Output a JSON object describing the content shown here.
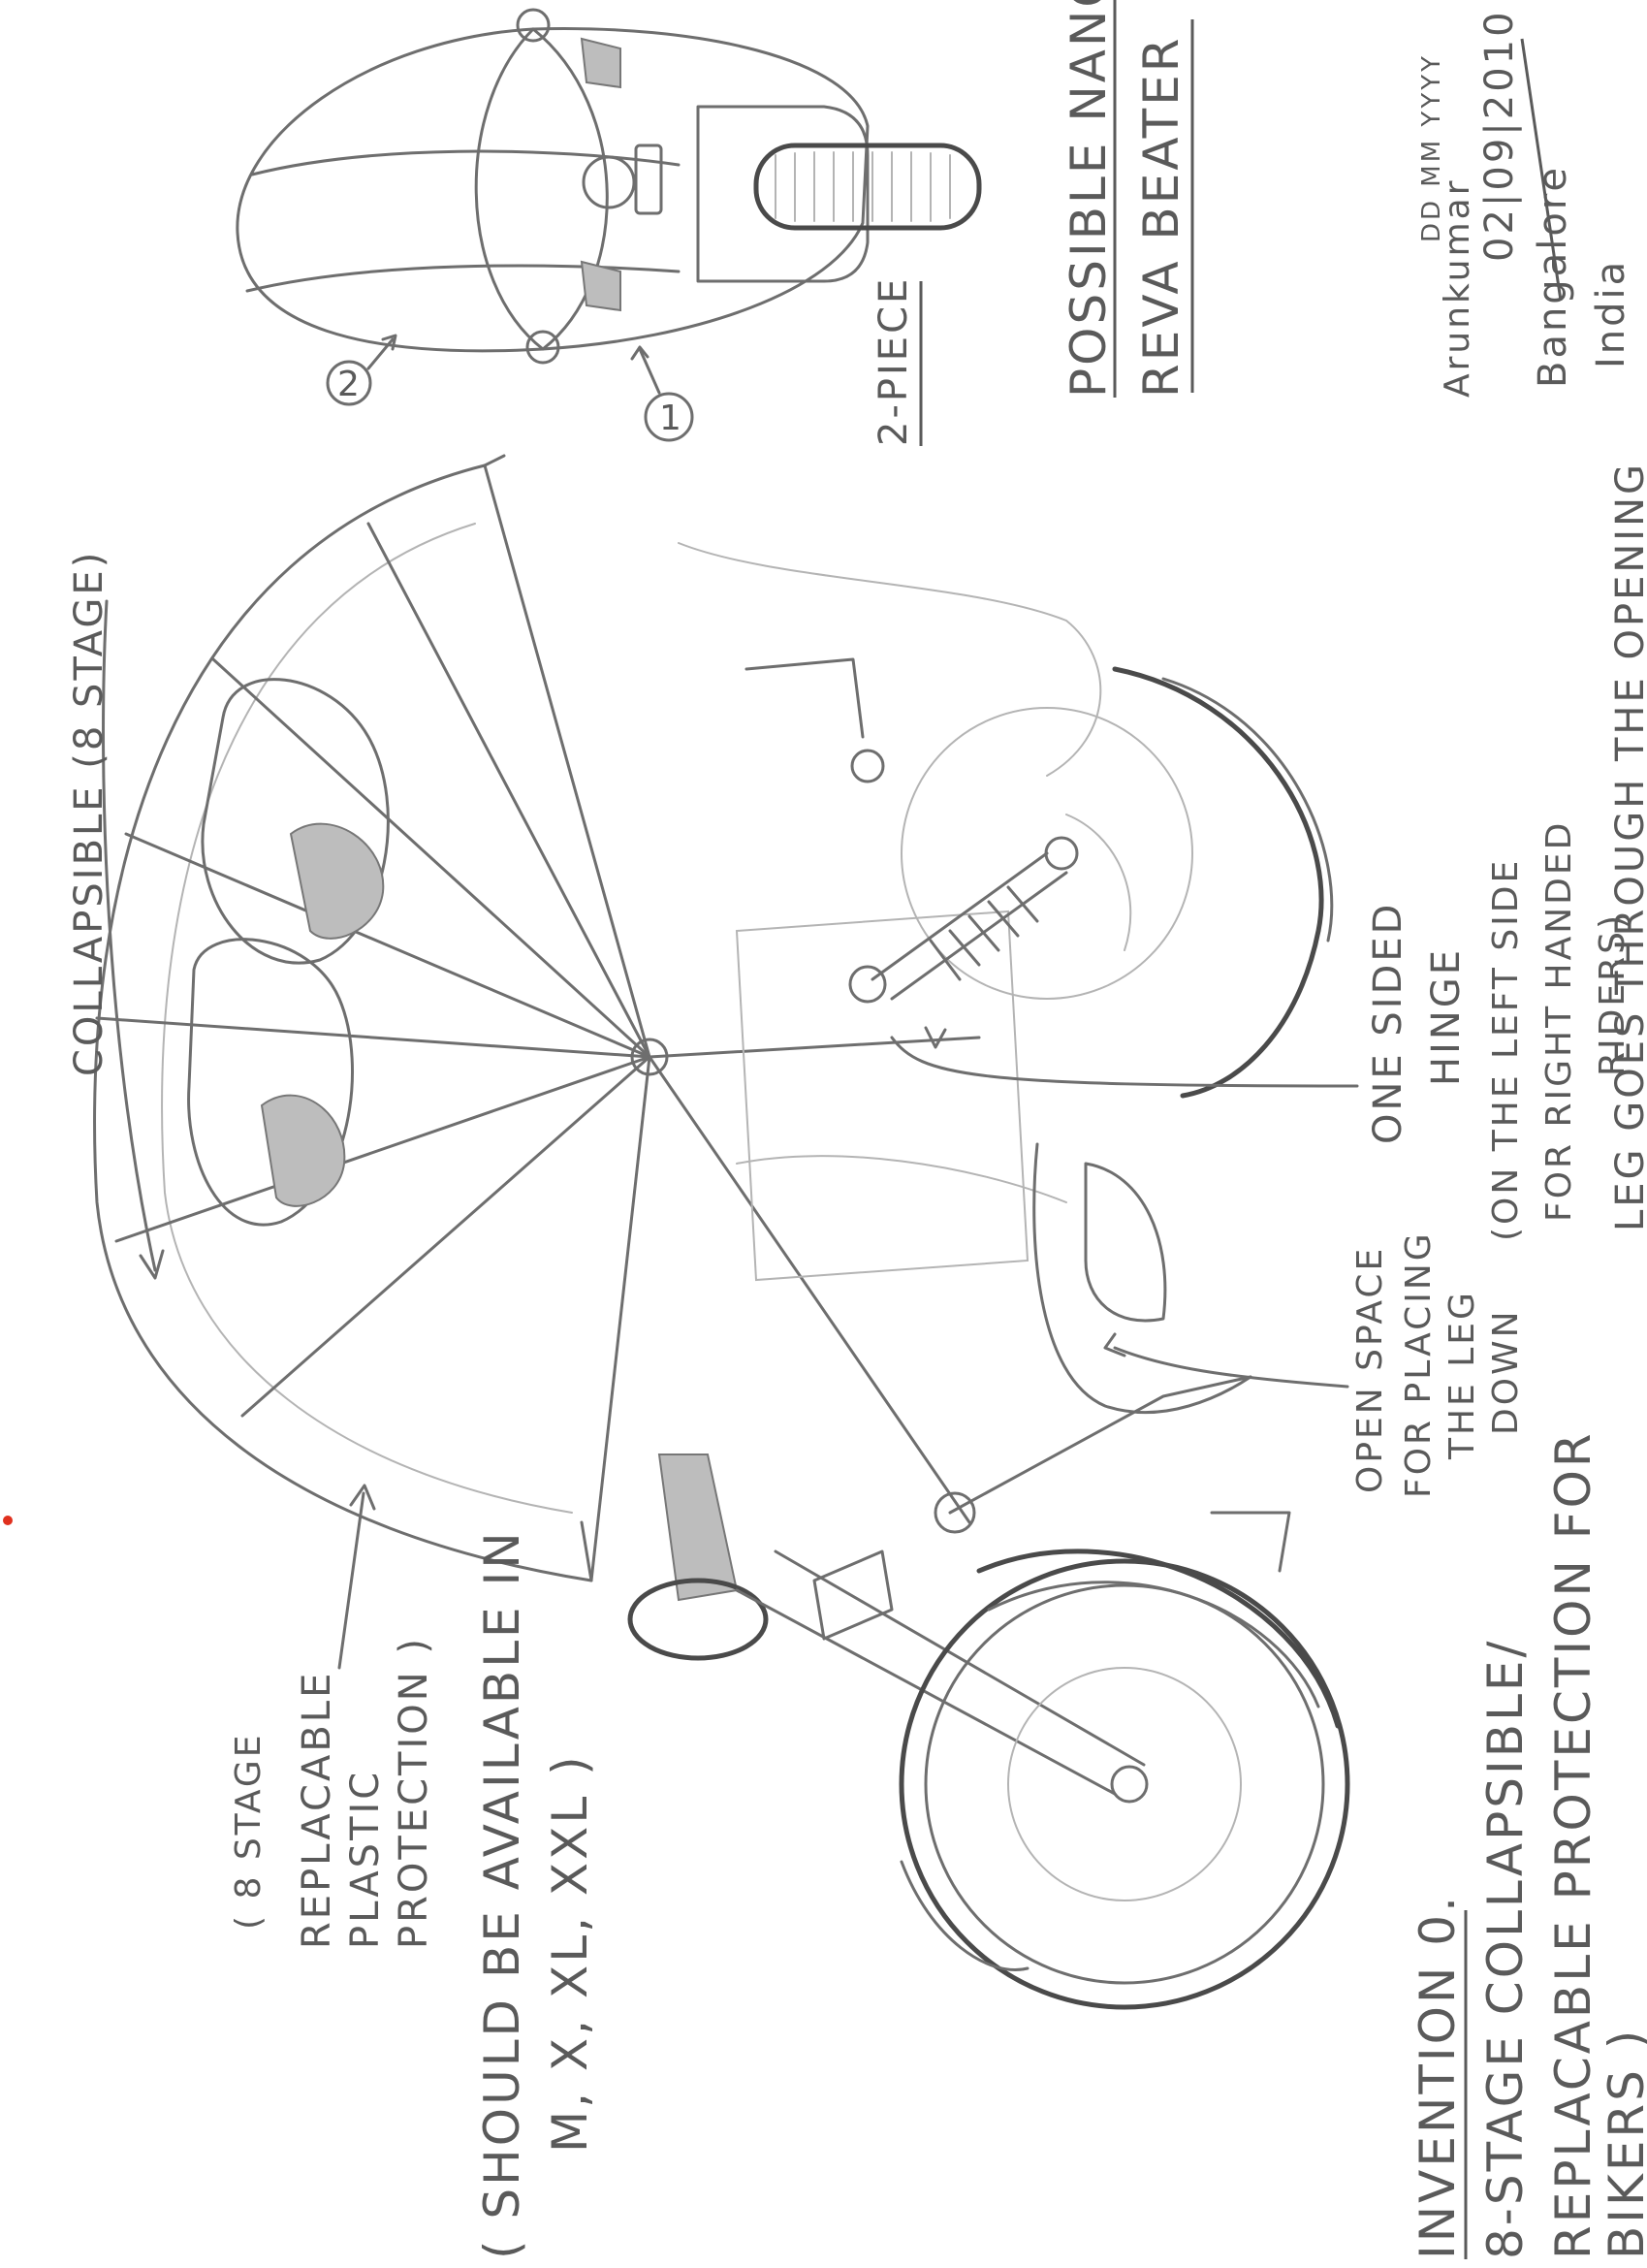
{
  "sheet": {
    "title": "POSSIBLE NANO/",
    "subtitle": "REVA BEATER",
    "signature": "Arunkumar",
    "date_header": "DD MM YYYY",
    "date": "02|09|2010",
    "place": "Bangalore",
    "country": "India"
  },
  "invention": {
    "heading": "INVENTION 0.",
    "line1": "8-STAGE COLLAPSIBLE/",
    "line2": "REPLACABLE PROTECTION FOR",
    "line3": "BIKERS )"
  },
  "labels": {
    "collapsible": "COLLAPSIBLE (8 STAGE)",
    "two_piece": "2-PIECE",
    "callout_1": "1",
    "callout_2": "2",
    "hinge_1": "ONE SIDED",
    "hinge_2": "HINGE",
    "hinge_3": "(ON THE LEFT SIDE",
    "hinge_4": "FOR RIGHT HANDED",
    "hinge_5": "RIDERS)",
    "leg_note": "LEG GOES THROUGH THE OPENING",
    "open_1": "OPEN SPACE",
    "open_2": "FOR PLACING",
    "open_3": "THE LEG",
    "open_4": "DOWN",
    "stage_1": "( 8 STAGE",
    "stage_2": "REPLACABLE",
    "stage_3": "PLASTIC",
    "stage_4": "PROTECTION )",
    "size_1": "( SHOULD BE AVAILABLE IN",
    "size_2": "M, X, XL, XXL )"
  }
}
